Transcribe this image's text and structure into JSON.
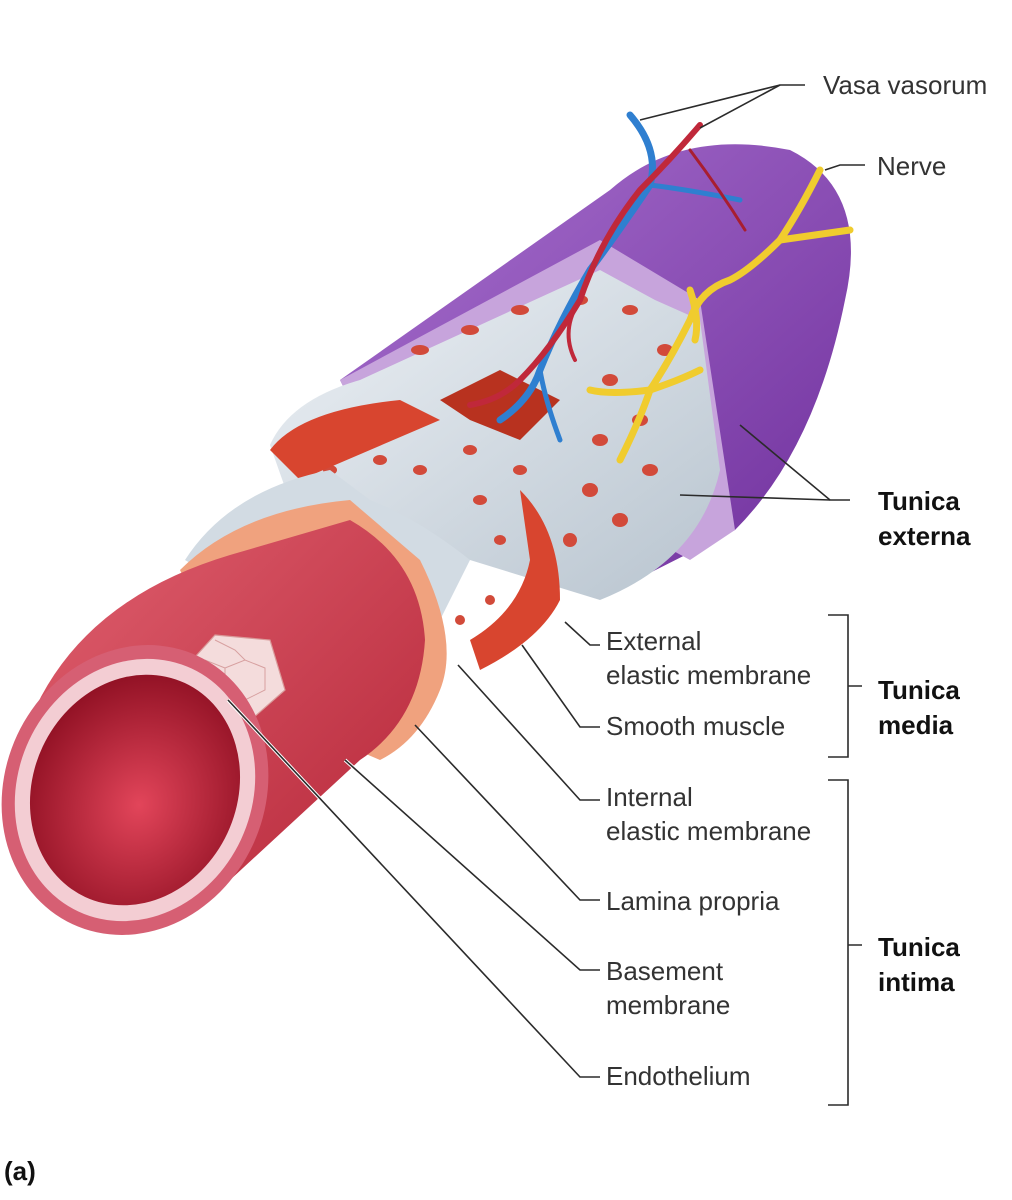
{
  "figure_label": "(a)",
  "labels": {
    "vasa_vasorum": "Vasa vasorum",
    "nerve": "Nerve",
    "external_elastic_membrane": [
      "External",
      "elastic membrane"
    ],
    "smooth_muscle": "Smooth muscle",
    "internal_elastic_membrane": [
      "Internal",
      "elastic membrane"
    ],
    "lamina_propria": "Lamina propria",
    "basement_membrane": [
      "Basement",
      "membrane"
    ],
    "endothelium": "Endothelium"
  },
  "groups": {
    "tunica_externa": [
      "Tunica",
      "externa"
    ],
    "tunica_media": [
      "Tunica",
      "media"
    ],
    "tunica_intima": [
      "Tunica",
      "intima"
    ]
  },
  "colors": {
    "externa": "#8a48b6",
    "externa_light": "#c7a4dc",
    "media_elastic": "#c9d3dc",
    "smooth_muscle": "#d8452f",
    "intima": "#c8344a",
    "lamina": "#f0a27e",
    "lumen": "#a8182c",
    "artery": "#c0283a",
    "vein": "#2f7fd0",
    "nerve": "#f0cc2e"
  }
}
